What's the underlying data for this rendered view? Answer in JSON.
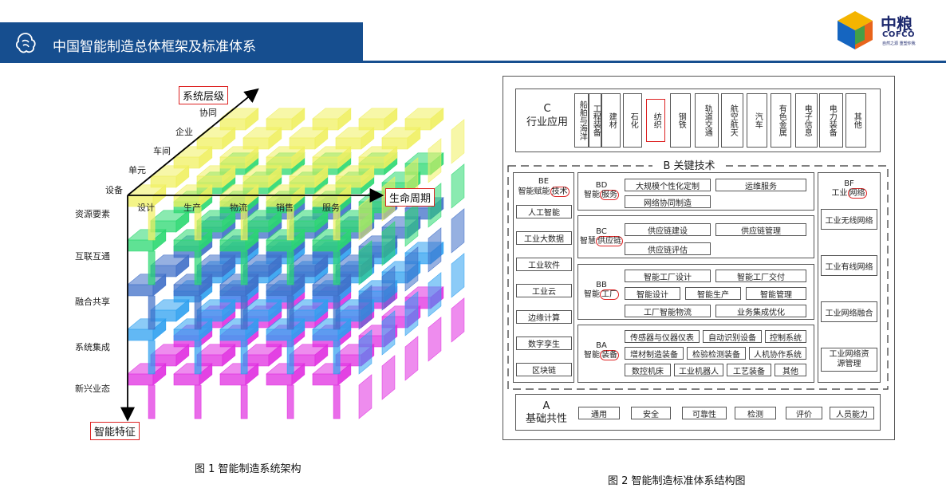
{
  "header": {
    "title": "中国智能制造总体框架及标准体系",
    "logo_cn": "中粮",
    "logo_en": "COFCO",
    "logo_tagline": "自然之源 重塑你我"
  },
  "colors": {
    "header_blue": "#164e8f",
    "accent_red": "#d22222",
    "layer_colors": [
      "#f0f060",
      "#2ad870",
      "#3f6fc8",
      "#2ea0f0",
      "#e02ee0"
    ]
  },
  "fig1": {
    "axis_top_label": "系统层级",
    "axis_right_label": "生命周期",
    "axis_down_label": "智能特征",
    "levels": [
      "设备",
      "单元",
      "车间",
      "企业",
      "协同"
    ],
    "lifecycle": [
      "设计",
      "生产",
      "物流",
      "销售",
      "服务"
    ],
    "features": [
      "资源要素",
      "互联互通",
      "融合共享",
      "系统集成",
      "新兴业态"
    ],
    "caption": "图 1  智能制造系统架构"
  },
  "fig2": {
    "c_code": "C",
    "c_title": "行业应用",
    "industries": [
      "船舶与海洋",
      "工程装备",
      "建材",
      "石化",
      "纺织",
      "钢铁",
      "轨道交通",
      "航空航天",
      "汽车",
      "有色金属",
      "电子信息",
      "电力装备",
      "其他"
    ],
    "b_title": "B  关键技术",
    "be": {
      "code": "BE",
      "title_pre": "智能赋能",
      "title_mark": "技术",
      "items": [
        "人工智能",
        "工业大数据",
        "工业软件",
        "工业云",
        "边缘计算",
        "数字孪生",
        "区块链"
      ]
    },
    "bd": {
      "code": "BD",
      "title_pre": "智能",
      "title_mark": "服务",
      "items": [
        "大规模个性化定制",
        "运维服务",
        "网络协同制造"
      ]
    },
    "bc": {
      "code": "BC",
      "title_pre": "智慧",
      "title_mark": "供应链",
      "items": [
        "供应链建设",
        "供应链管理",
        "供应链评估"
      ]
    },
    "bb": {
      "code": "BB",
      "title_pre": "智能",
      "title_mark": "工厂",
      "items": [
        "智能工厂设计",
        "智能工厂交付",
        "智能设计",
        "智能生产",
        "智能管理",
        "工厂智能物流",
        "业务集成优化"
      ]
    },
    "ba": {
      "code": "BA",
      "title_pre": "智能",
      "title_mark": "装备",
      "items": [
        "传感器与仪器仪表",
        "自动识别设备",
        "控制系统",
        "增材制造装备",
        "检验检测装备",
        "人机协作系统",
        "数控机床",
        "工业机器人",
        "工艺装备",
        "其他"
      ]
    },
    "bf": {
      "code": "BF",
      "title_pre": "工业",
      "title_mark": "网络",
      "items": [
        "工业无线网络",
        "工业有线网络",
        "工业网络融合",
        "工业网络资源管理"
      ]
    },
    "a_code": "A",
    "a_title": "基础共性",
    "a_items": [
      "通用",
      "安全",
      "可靠性",
      "检测",
      "评价",
      "人员能力"
    ],
    "caption": "图 2  智能制造标准体系结构图"
  }
}
